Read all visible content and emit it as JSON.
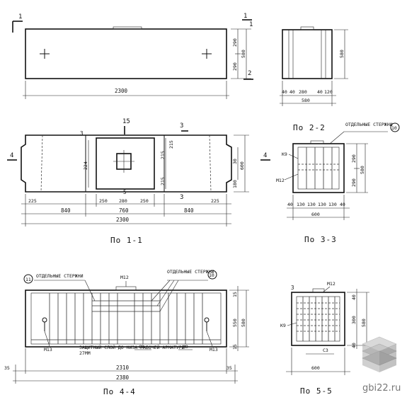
{
  "top_elevation": {
    "section_marks": [
      "1",
      "1",
      "1",
      "2"
    ],
    "dims_right": [
      "290",
      "290",
      "580"
    ],
    "overall_length": "2300"
  },
  "section_2_2": {
    "title": "По 2-2",
    "dims_bottom": [
      "40",
      "40",
      "280",
      "40",
      "120"
    ],
    "width": "580",
    "height": "580"
  },
  "plan_1_1": {
    "title": "По 1-1",
    "section_marks": [
      "15",
      "4",
      "4",
      "3",
      "3",
      "3",
      "5"
    ],
    "dims_left": [
      "224"
    ],
    "dims_center": [
      "215",
      "215",
      "215"
    ],
    "dims_right": [
      "30",
      "180",
      "600"
    ],
    "dims_row1": [
      "225",
      "250",
      "280",
      "250",
      "225"
    ],
    "dims_row2": [
      "840",
      "760",
      "840"
    ],
    "overall_length": "2300"
  },
  "section_3_3": {
    "title": "По 3-3",
    "callout_text": "ОТДЕЛЬНЫЕ СТЕРЖНИ",
    "callout_no": "10",
    "labels": [
      "К9",
      "М12"
    ],
    "dims_right": [
      "290",
      "290",
      "580"
    ],
    "dims_bottom": [
      "40",
      "130",
      "130",
      "130",
      "130",
      "40"
    ],
    "width": "600"
  },
  "section_4_4": {
    "title": "По 4-4",
    "callout_left_text": "ОТДЕЛЬНЫЕ СТЕРЖНИ",
    "callout_left_no": "11",
    "callout_mid_text": "ОТДЕЛЬНЫЕ СТЕРЖНИ",
    "callout_mid_no": "10",
    "top_label": "М12",
    "bottom_labels": [
      "М13",
      "С3",
      "М9",
      "М13"
    ],
    "note": "ЗАЩИТНЫЙ СЛОЙ ДО НИЗА РАБОЧЕЙ АРМАТУРЫ 27ММ",
    "dims_right": [
      "15",
      "550",
      "15",
      "580"
    ],
    "dims_bottom": [
      "35",
      "2310",
      "35",
      "2380"
    ]
  },
  "section_5_5": {
    "title": "По 5-5",
    "labels": [
      "3",
      "М12",
      "К9",
      "С3"
    ],
    "dims_right": [
      "40",
      "300",
      "40",
      "580"
    ],
    "width": "600"
  },
  "watermark": "gbi22.ru"
}
